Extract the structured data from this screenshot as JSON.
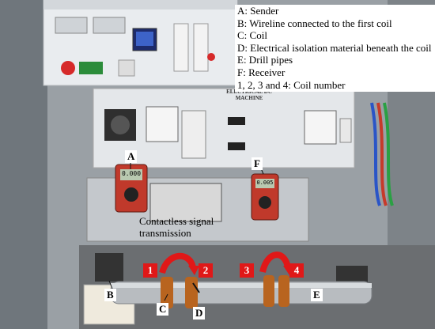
{
  "legend": {
    "items": [
      "A: Sender",
      "B: Wireline connected to the first coil",
      "C: Coil",
      "D: Electrical isolation material beneath the coil",
      "E: Drill pipes",
      "F: Receiver",
      "1, 2, 3 and 4: Coil number"
    ]
  },
  "panel": {
    "machine_label": "ELECTRICAL DC MACHINE",
    "meter_a_reading": "0.000",
    "meter_f_reading": "0.005"
  },
  "labels": {
    "A": "A",
    "B": "B",
    "C": "C",
    "D": "D",
    "E": "E",
    "F": "F",
    "coil_1": "1",
    "coil_2": "2",
    "coil_3": "3",
    "coil_4": "4",
    "transmission": "Contactless signal transmission"
  },
  "colors": {
    "coil_number_box": "#e01818",
    "arrow": "#e01818",
    "legend_bg": "#ffffff"
  }
}
